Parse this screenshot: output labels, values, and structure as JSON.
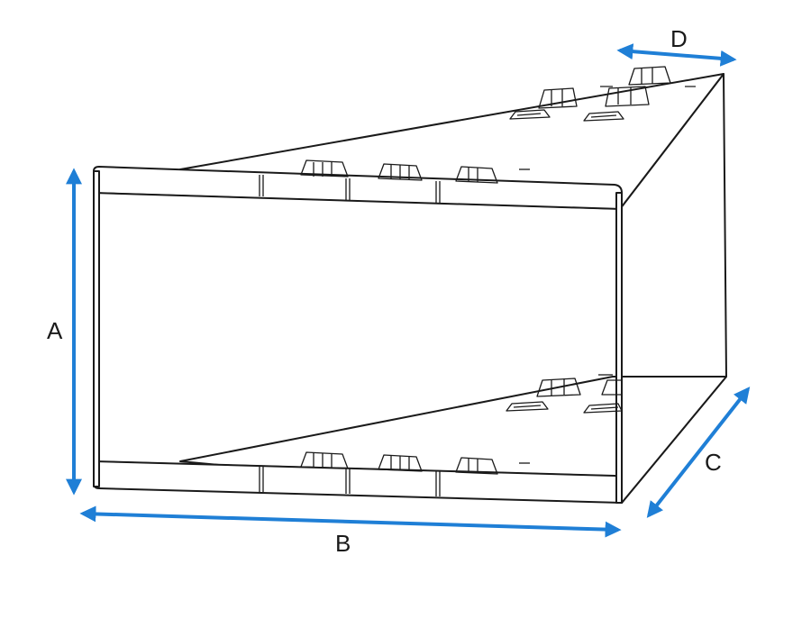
{
  "dimension_color": "#1f7fd6",
  "outline_color": "#1a1a1a",
  "labels": {
    "a": "A",
    "b": "B",
    "c": "C",
    "d": "D"
  }
}
